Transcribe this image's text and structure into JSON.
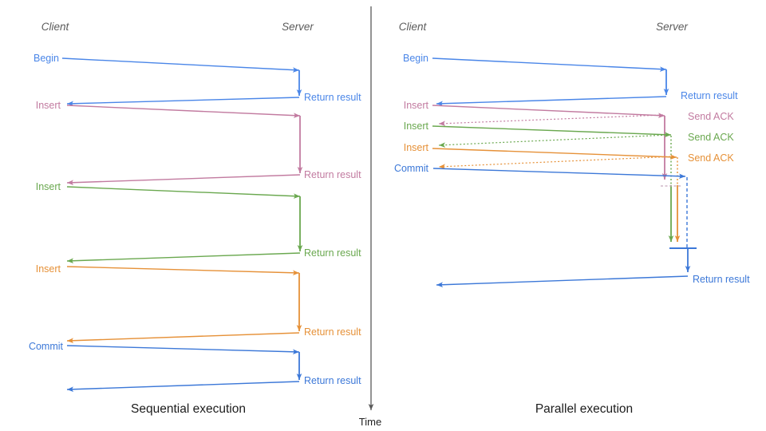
{
  "colors": {
    "blue_begin": "#4a86e8",
    "blue_commit": "#3c78d8",
    "pink": "#c27ba0",
    "green": "#6aa84f",
    "orange": "#e69138",
    "axis": "#595959",
    "header": "#5b5b5b",
    "caption": "#1c1c1c",
    "sync_dash": "#c7a9bd"
  },
  "time_axis": {
    "label": "Time"
  },
  "sequential": {
    "caption": "Sequential execution",
    "client_header": "Client",
    "server_header": "Server",
    "steps": [
      {
        "request": "Begin",
        "response": "Return result",
        "color": "#4a86e8"
      },
      {
        "request": "Insert",
        "response": "Return result",
        "color": "#c27ba0"
      },
      {
        "request": "Insert",
        "response": "Return result",
        "color": "#6aa84f"
      },
      {
        "request": "Insert",
        "response": "Return result",
        "color": "#e69138"
      },
      {
        "request": "Commit",
        "response": "Return result",
        "color": "#3c78d8"
      }
    ]
  },
  "parallel": {
    "caption": "Parallel execution",
    "client_header": "Client",
    "server_header": "Server",
    "steps": [
      {
        "request": "Begin",
        "response": "Return result",
        "color": "#4a86e8"
      },
      {
        "request": "Insert",
        "response": "Send ACK",
        "color": "#c27ba0"
      },
      {
        "request": "Insert",
        "response": "Send ACK",
        "color": "#6aa84f"
      },
      {
        "request": "Insert",
        "response": "Send ACK",
        "color": "#e69138"
      },
      {
        "request": "Commit",
        "response": "Return result",
        "color": "#3c78d8"
      }
    ]
  }
}
